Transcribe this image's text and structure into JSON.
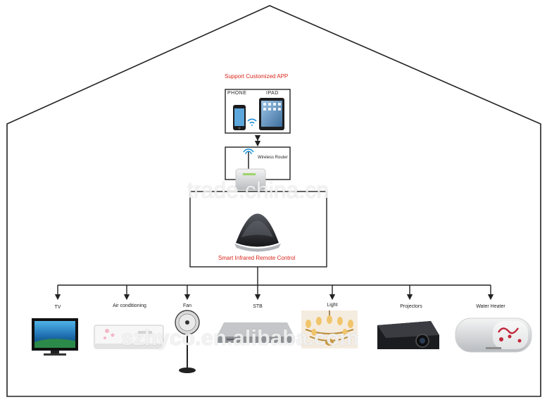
{
  "header": {
    "title": "Support Customized APP"
  },
  "clients": {
    "phone_label": "PHONE",
    "ipad_label": "IPAD"
  },
  "router": {
    "label": "Wireless Router"
  },
  "hub": {
    "label": "Smart Infrared Remote Control"
  },
  "devices": [
    {
      "label": "TV",
      "icon": "tv-icon"
    },
    {
      "label": "Air conditioning",
      "icon": "air-conditioner-icon"
    },
    {
      "label": "Fan",
      "icon": "fan-icon"
    },
    {
      "label": "STB",
      "icon": "set-top-box-icon"
    },
    {
      "label": "Light",
      "icon": "chandelier-icon"
    },
    {
      "label": "Projectors",
      "icon": "projector-icon"
    },
    {
      "label": "Water Heater",
      "icon": "water-heater-icon"
    }
  ],
  "watermarks": {
    "top": "trade.china.cn",
    "bottom": "szhyco.en.alibaba.com"
  },
  "colors": {
    "accent_red": "#d8261b",
    "line": "#222222",
    "hub_body": "#2b2d33"
  }
}
